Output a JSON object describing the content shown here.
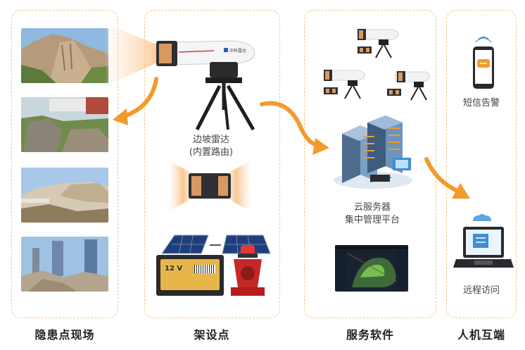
{
  "columns": {
    "site": {
      "label": "隐患点现场"
    },
    "setup": {
      "label": "架设点"
    },
    "software": {
      "label": "服务软件"
    },
    "terminal": {
      "label": "人机互端"
    }
  },
  "setup": {
    "radar_caption_line1": "边坡雷达",
    "radar_caption_line2": "(内置路由)",
    "battery_label": "12 V",
    "radar_brand": "中科雷达"
  },
  "software": {
    "platform_line1": "云服务器",
    "platform_line2": "集中管理平台"
  },
  "terminal": {
    "sms_caption": "短信告警",
    "remote_caption": "远程访问"
  },
  "colors": {
    "accent": "#f39a2c",
    "dashed_border": "#f6c58a"
  }
}
